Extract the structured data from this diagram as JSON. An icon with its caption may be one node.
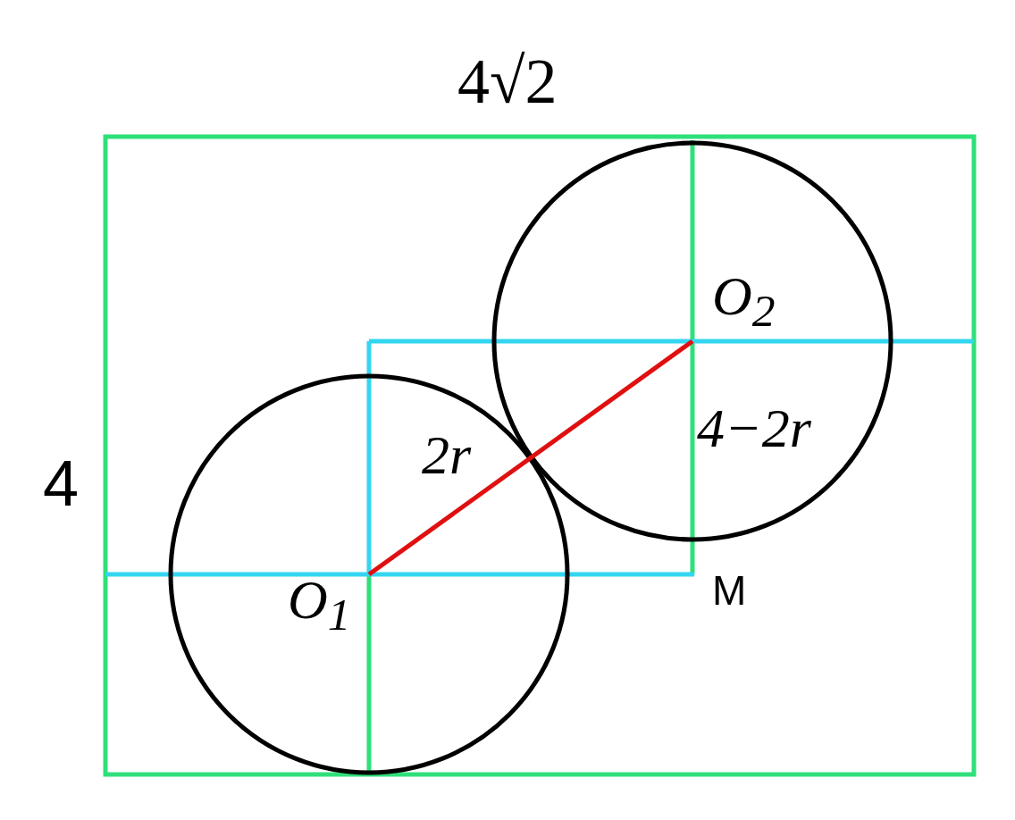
{
  "diagram": {
    "labels": [
      "4√2",
      "O$_{2}$",
      "2r",
      "4−2r",
      "4",
      "M",
      "O$_{1}$"
    ]
  }
}
